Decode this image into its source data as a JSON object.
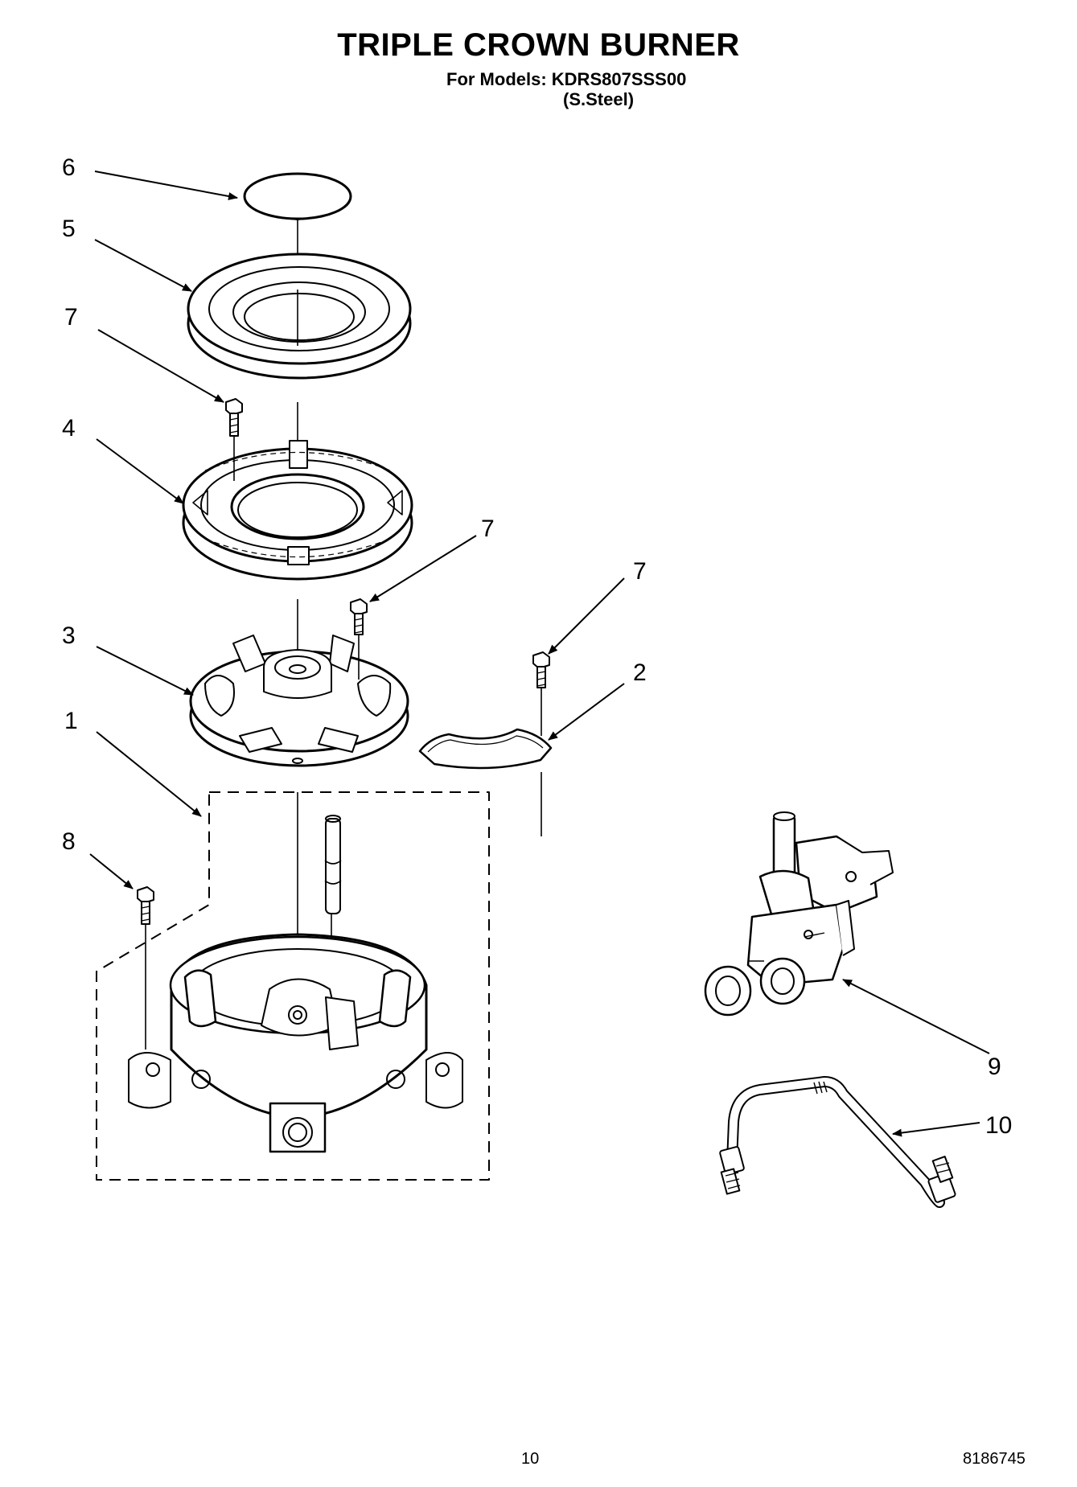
{
  "header": {
    "title": "TRIPLE CROWN BURNER",
    "models_line": "For Models: KDRS807SSS00",
    "variant": "(S.Steel)"
  },
  "callouts": [
    {
      "id": "6",
      "label": "6"
    },
    {
      "id": "5",
      "label": "5"
    },
    {
      "id": "7a",
      "label": "7"
    },
    {
      "id": "4",
      "label": "4"
    },
    {
      "id": "7b",
      "label": "7"
    },
    {
      "id": "7c",
      "label": "7"
    },
    {
      "id": "3",
      "label": "3"
    },
    {
      "id": "2",
      "label": "2"
    },
    {
      "id": "1",
      "label": "1"
    },
    {
      "id": "8",
      "label": "8"
    },
    {
      "id": "9",
      "label": "9"
    },
    {
      "id": "10",
      "label": "10"
    }
  ],
  "footer": {
    "page_number": "10",
    "document_number": "8186745"
  }
}
